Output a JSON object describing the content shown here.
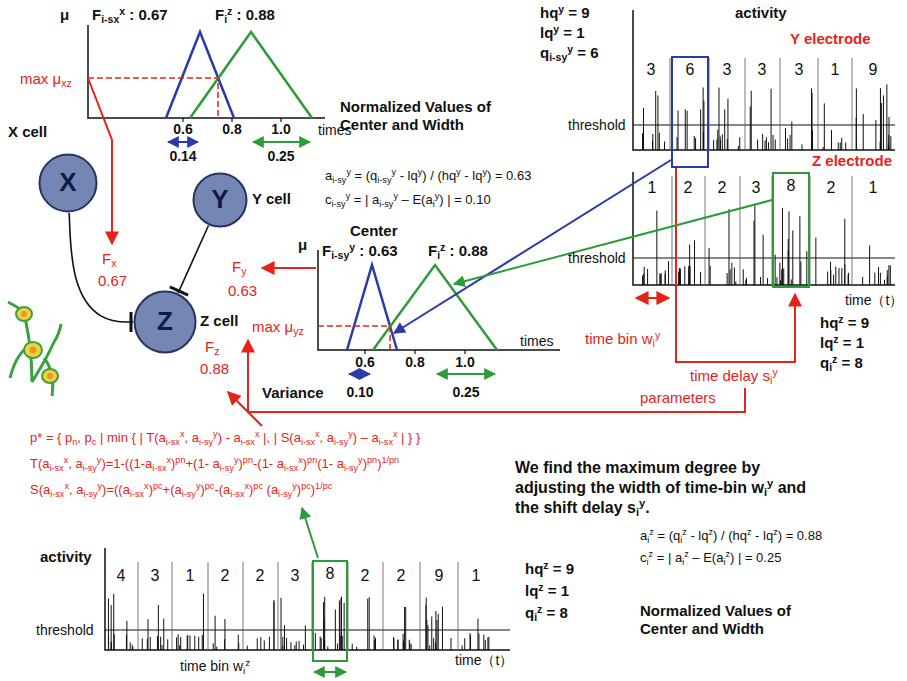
{
  "diagram": {
    "nodes": [
      {
        "text": [
          "X",
          "X cell"
        ]
      },
      {
        "text": [
          "Y",
          "Y cell"
        ]
      },
      {
        "text": [
          "Z",
          "Z cell"
        ]
      },
      {
        "text": [
          "6"
        ]
      },
      {
        "text": [
          "8"
        ]
      },
      {
        "text": [
          "8"
        ]
      }
    ],
    "edges": [
      {
        "from": 0,
        "to": 2,
        "arrow": "to"
      },
      {
        "from": 1,
        "to": 2,
        "arrow": "to"
      }
    ],
    "labels": [
      "μ",
      "Fi-sxx : 0.67",
      "Fiz : 0.88",
      "max μxz",
      "0.6",
      "0.8",
      "1.0",
      "times",
      "0.14",
      "0.25",
      "Fx",
      "0.67",
      "Fy",
      "0.63",
      "Fz",
      "0.88",
      "Normalized Values of Center and Width",
      "ai-syy = (qi-syy - lqy) / (hqy - lqy) = 0.63",
      "ci-syy = | ai-syy – E(aiy) | = 0.10",
      "μ",
      "Center",
      "Fi-syy : 0.63",
      "Fiz : 0.88",
      "max μyz",
      "times",
      "0.6",
      "0.8",
      "1.0",
      "Variance",
      "0.10",
      "0.25",
      "hqy = 9",
      "lqy = 1",
      "qi-syy = 6",
      "activity",
      "Y electrode",
      "threshold",
      "3",
      "3",
      "3",
      "3",
      "1",
      "9",
      "Z electrode",
      "1",
      "2",
      "2",
      "3",
      "2",
      "1",
      "threshold",
      "time（t）",
      "time bin wiy",
      "time delay siy",
      "hqz = 9",
      "lqz = 1",
      "qiz = 8",
      "parameters",
      "p* = { pn, pc | min { | T(ai-sxx, ai-syy) - ai-sxx |, | S(ai-sxx, ai-syy) – ai-sxx | } }",
      "T(ai-sxx, ai-syy)=1-((1-ai-sxx)pn+(1- ai-syy)pn-(1- ai-sxx)pn(1- ai-syy)pn)1/pn",
      "S(ai-sxx, ai-syy)=((ai-sxx)pc+(ai-syy)pc-(ai-sxx)pc (ai-syy)pc)1/pc",
      "activity",
      "threshold",
      "4",
      "3",
      "1",
      "2",
      "2",
      "3",
      "2",
      "2",
      "9",
      "1",
      "time bin wiz",
      "time（t）",
      "We find the maximum degree by adjusting the width of time-bin wiy and the shift delay siy.",
      "aiz = (qiz - lqz) / (hqz - lqz) = 0.88",
      "ciz = | aiz – E(aiz) | = 0.25",
      "hqz = 9",
      "lqz = 1",
      "qiz = 8",
      "Normalized Values of Center and Width"
    ]
  }
}
